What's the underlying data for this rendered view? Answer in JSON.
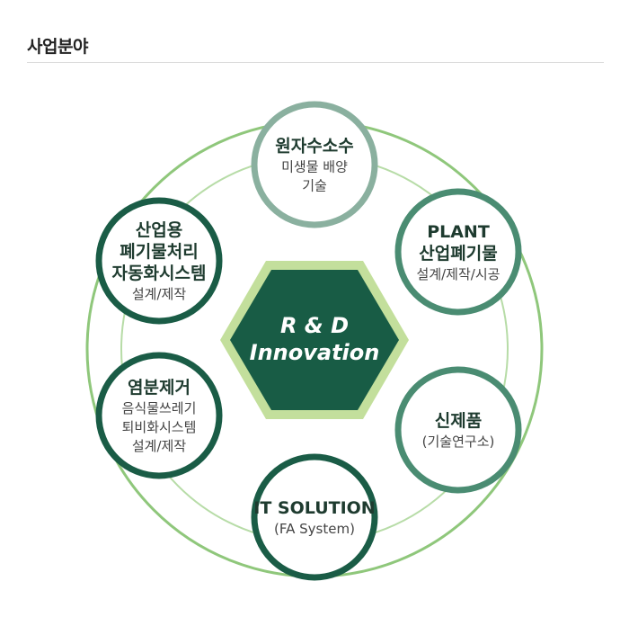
{
  "page": {
    "title": "사업분야"
  },
  "colors": {
    "ring_outer": "#8fc77b",
    "ring_inner": "#b7dca7",
    "hex_fill": "#185c45",
    "hex_border": "#c3df9c",
    "dark_green": "#1a5c46",
    "mid_green": "#4a8c72",
    "light_green": "#8ab09f",
    "title_text": "#1e3b2f",
    "sub_text": "#444444"
  },
  "center": {
    "line1": "R & D",
    "line2": "Innovation"
  },
  "nodes": [
    {
      "id": "hydrogen",
      "title": [
        "원자수소수"
      ],
      "sub": [
        "미생물 배양",
        "기술"
      ]
    },
    {
      "id": "plant",
      "title": [
        "PLANT",
        "산업폐기물"
      ],
      "sub": [
        "설계/제작/시공"
      ]
    },
    {
      "id": "new-product",
      "title": [
        "신제품"
      ],
      "sub": [
        "(기술연구소)"
      ]
    },
    {
      "id": "it-solution",
      "title": [
        "IT SOLUTION"
      ],
      "sub": [
        "(FA System)"
      ]
    },
    {
      "id": "desalination",
      "title": [
        "염분제거"
      ],
      "sub": [
        "음식물쓰레기",
        "퇴비화시스템",
        "설계/제작"
      ]
    },
    {
      "id": "industrial-waste",
      "title": [
        "산업용",
        "폐기물처리",
        "자동화시스템"
      ],
      "sub": [
        "설계/제작"
      ]
    }
  ]
}
